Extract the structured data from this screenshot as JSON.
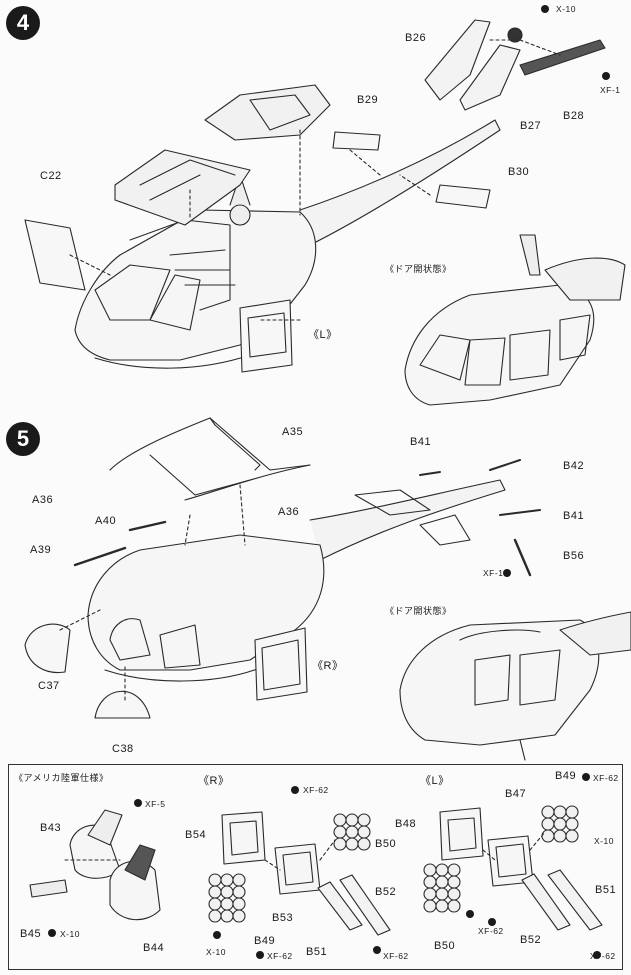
{
  "steps": [
    {
      "number": "4"
    },
    {
      "number": "5"
    }
  ],
  "step4": {
    "parts": {
      "x10": "X-10",
      "b26": "B26",
      "xf1": "XF-1",
      "b27": "B27",
      "b28": "B28",
      "b29": "B29",
      "b30": "B30",
      "c22": "C22",
      "left": "《L》"
    },
    "caption": "《ドア開状態》"
  },
  "step5": {
    "parts": {
      "a35": "A35",
      "b41": "B41",
      "b42": "B42",
      "a36a": "A36",
      "a40": "A40",
      "a36b": "A36",
      "b41b": "B41",
      "a39": "A39",
      "xf1": "XF-1",
      "b56": "B56",
      "right": "《R》",
      "c37": "C37",
      "c38": "C38"
    },
    "caption": "《ドア開状態》"
  },
  "inset": {
    "title": "《アメリカ陸軍仕様》",
    "left_group": {
      "xf5": "XF-5",
      "b43": "B43",
      "b45": "B45",
      "x10": "X-10",
      "b44": "B44"
    },
    "right_group": {
      "label": "《R》",
      "xf62a": "XF-62",
      "b54": "B54",
      "b50": "B50",
      "b52": "B52",
      "b53": "B53",
      "x10": "X-10",
      "b49": "B49",
      "xf62b": "XF-62",
      "b51": "B51",
      "xf62c": "XF-62"
    },
    "left_side_group": {
      "label": "《L》",
      "b49": "B49",
      "xf62a": "XF-62",
      "b48": "B48",
      "b47": "B47",
      "x10": "X-10",
      "xf62b": "XF-62",
      "b51": "B51",
      "b50": "B50",
      "b52": "B52",
      "xf62c": "XF-62"
    }
  }
}
